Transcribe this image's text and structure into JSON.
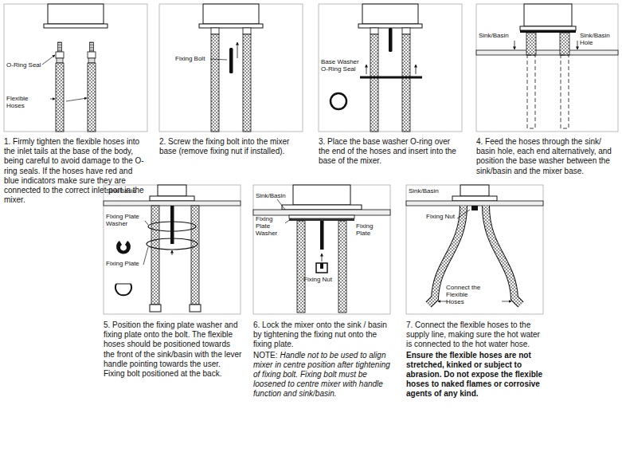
{
  "diagram": {
    "labels": [
      "O-Ring Seal",
      "Flexible Hoses",
      "1. Firmly tighten the flexible hoses into the inlet tails at the base of the body, being careful to avoid damage to the O-ring seals. If the hoses have red and blue indicators make sure they are connected to the correct inlet port in the mixer.",
      "Fixing Bolt",
      "2. Screw the fixing bolt into the mixer base (remove fixing nut if installed).",
      "Base Washer O-Ring Seal",
      "3. Place the base washer O-ring over the end of the hoses and insert into the base of the mixer.",
      "Sink/Basin",
      "Sink/Basin Hole",
      "4. Feed the hoses through the sink/ basin hole, each end alternatively, and position the base washer between the sink/basin and the mixer base.",
      "Sink/Basin",
      "Fixing Plate Washer",
      "Fixing Plate",
      "5. Position the fixing plate washer and fixing plate onto the bolt. The flexible hoses should be positioned towards the front of the sink/basin with the lever handle pointing towards the user. Fixing bolt positioned at the back.",
      "Sink/Basin",
      "Fixing Plate Washer",
      "Fixing Plate",
      "Fixing Nut",
      "6. Lock the mixer onto the sink / basin by tightening the fixing nut onto the fixing plate.",
      "NOTE:",
      "Handle not to be used to align mixer in centre position after tightening of fixing bolt. Fixing bolt must be loosened to centre mixer with handle function and sink/basin.",
      "Sink/Basin",
      "Fixing Nut",
      "Connect the Flexible Hoses",
      "7. Connect the flexible hoses to the supply line, making sure the hot water is connected to the hot water hose.",
      "Ensure the flexible hoses are not stretched, kinked or subject to abrasion. Do not expose the flexible hoses to naked flames or corrosive agents of any kind."
    ]
  }
}
